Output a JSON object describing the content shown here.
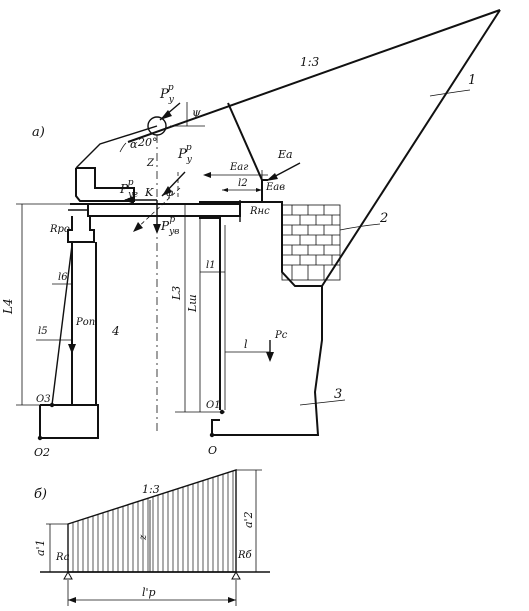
{
  "panel_a": {
    "panel_label": "а)",
    "slope_label": "1:3",
    "force_label_py_top": "P",
    "force_sup_py_top": "р",
    "force_sub_py_top": "y",
    "angle_psi": "ψ",
    "angle_alpha": "α",
    "angle_value": "20°",
    "axis_z": "Z",
    "force_label_py_mid": "P",
    "force_sup_py_mid": "р",
    "force_sub_py_mid": "y",
    "force_pyg": "P",
    "force_pyg_sub": "yг",
    "force_pyg_sup": "р",
    "point_k": "K",
    "angle_phi": "φ",
    "force_pyv": "P",
    "force_pyv_sub": "yв",
    "force_pyv_sup": "р",
    "force_eag": "Eаг",
    "force_ea": "Eа",
    "force_eav": "Eав",
    "dim_l2": "l2",
    "reaction_rnc": "Rнс",
    "dim_l1": "l1",
    "reaction_rpo": "Rро",
    "dim_l6": "l6",
    "dim_l4": "L4",
    "dim_l3": "L3",
    "dim_lu": "Lш",
    "dim_l5": "l5",
    "force_pop": "Pоп",
    "label_4": "4",
    "dim_l": "l",
    "force_pc": "Pс",
    "label_1": "1",
    "label_2": "2",
    "label_3": "3",
    "point_o3": "O3",
    "point_o1": "O1",
    "point_o2": "O2",
    "point_o": "O"
  },
  "panel_b": {
    "panel_label": "б)",
    "slope_label": "1:3",
    "dim_a1": "a'1",
    "dim_a2": "a'2",
    "dim_z": "z",
    "reaction_ra": "Ra",
    "reaction_rb": "Rб",
    "span_label": "l'р"
  }
}
